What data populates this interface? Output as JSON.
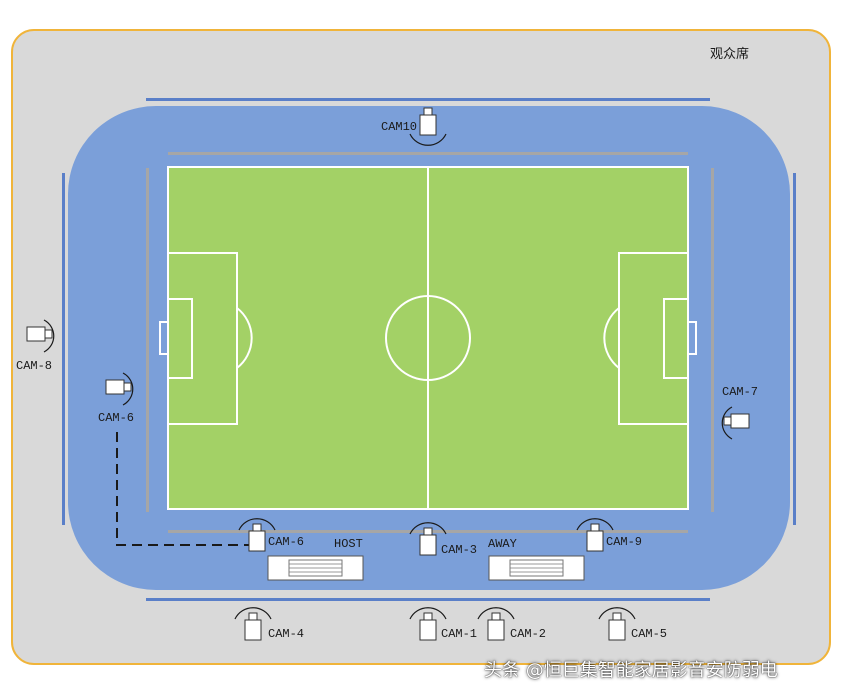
{
  "stand_label": "观众席",
  "benches": {
    "host": "HOST",
    "away": "AWAY"
  },
  "cameras": [
    {
      "id": "cam10",
      "label": "CAM10"
    },
    {
      "id": "cam8",
      "label": "CAM-8"
    },
    {
      "id": "cam6_left",
      "label": "CAM-6"
    },
    {
      "id": "cam7",
      "label": "CAM-7"
    },
    {
      "id": "cam6_bottom",
      "label": "CAM-6"
    },
    {
      "id": "cam3",
      "label": "CAM-3"
    },
    {
      "id": "cam9",
      "label": "CAM-9"
    },
    {
      "id": "cam4",
      "label": "CAM-4"
    },
    {
      "id": "cam1",
      "label": "CAM-1"
    },
    {
      "id": "cam2",
      "label": "CAM-2"
    },
    {
      "id": "cam5",
      "label": "CAM-5"
    }
  ],
  "watermark": "头条 @恒巨集智能家居影音安防弱电",
  "colors": {
    "stand": "#d9d9d9",
    "stand_border": "#f0b43a",
    "track": "#7b9fd9",
    "pitch": "#a3d166",
    "lines": "#ffffff"
  }
}
